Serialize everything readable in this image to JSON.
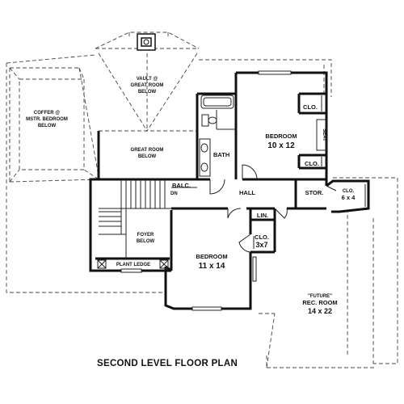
{
  "title": "SECOND LEVEL FLOOR PLAN",
  "labels": {
    "coffer_1": "COFFER @",
    "coffer_2": "MSTR. BEDROOM",
    "coffer_3": "BELOW",
    "vault_1": "VAULT @",
    "vault_2": "GREAT ROOM",
    "vault_3": "BELOW",
    "great_room_1": "GREAT ROOM",
    "great_room_2": "BELOW",
    "balc": "BALC.",
    "dn": "DN",
    "foyer_1": "FOYER",
    "foyer_2": "BELOW",
    "plant_ledge": "PLANT LEDGE",
    "bath": "BATH",
    "bed2_name": "BEDROOM",
    "bed2_size": "10 x 12",
    "clo_top": "CLO.",
    "seat": "SEAT",
    "clo_mid": "CLO.",
    "hall": "HALL",
    "stor": "STOR.",
    "lin": "LIN.",
    "clo_3x7_name": "CLO.",
    "clo_3x7_size": "3x7",
    "bed3_name": "BEDROOM",
    "bed3_size": "11 x 14",
    "clo_6x4_name": "CLO.",
    "clo_6x4_size": "6 x 4",
    "future": "\"FUTURE\"",
    "rec_name": "REC. ROOM",
    "rec_size": "14 x 22"
  }
}
